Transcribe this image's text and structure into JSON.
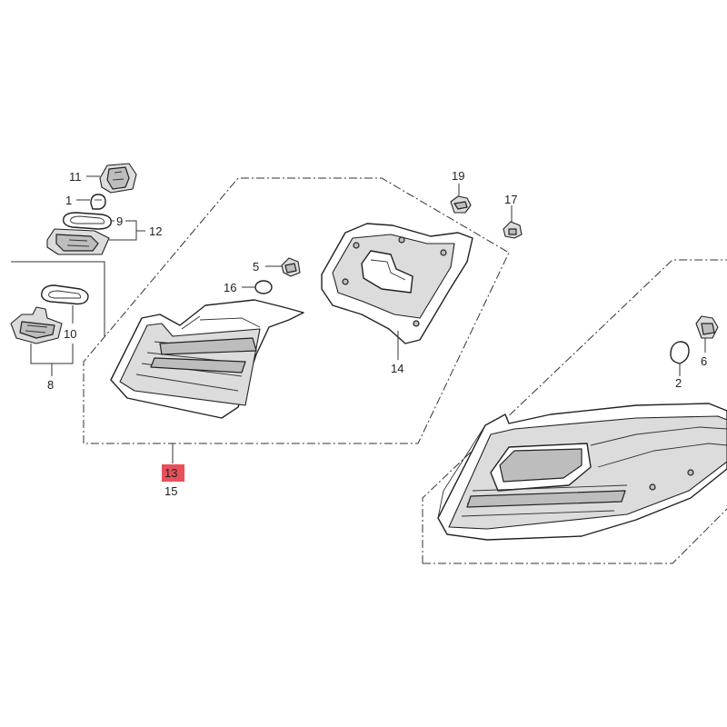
{
  "diagram": {
    "highlight_color": "#e8505b",
    "callouts": {
      "c1": "1",
      "c2": "2",
      "c5": "5",
      "c6": "6",
      "c8": "8",
      "c9": "9",
      "c10": "10",
      "c11": "11",
      "c12": "12",
      "c13": "13",
      "c14": "14",
      "c15": "15",
      "c16": "16",
      "c17": "17",
      "c19": "19"
    },
    "icons": {
      "bulb_socket": "bulb-socket-icon",
      "bulb": "bulb-icon",
      "gasket": "gasket-icon",
      "lamp_assembly": "tail-lamp-icon",
      "bracket": "bracket-icon",
      "nut": "nut-icon",
      "clip": "clip-icon"
    }
  }
}
